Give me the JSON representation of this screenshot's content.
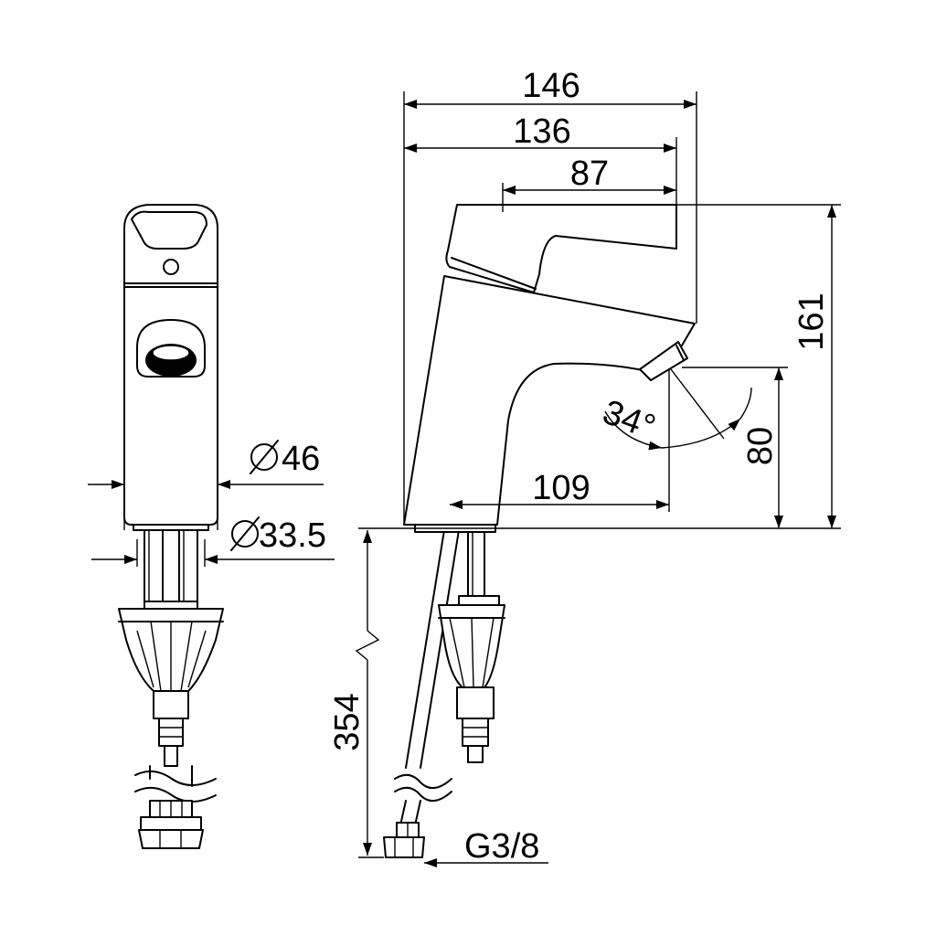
{
  "dimensions": {
    "width_total": "146",
    "width_body": "136",
    "width_handle": "87",
    "height_total": "161",
    "spout_height": "80",
    "spout_reach": "109",
    "spray_angle": "34°",
    "diameter_body": "46",
    "diameter_base": "33.5",
    "hose_length": "354",
    "thread": "G3/8"
  },
  "colors": {
    "line": "#000000",
    "background": "#ffffff"
  }
}
